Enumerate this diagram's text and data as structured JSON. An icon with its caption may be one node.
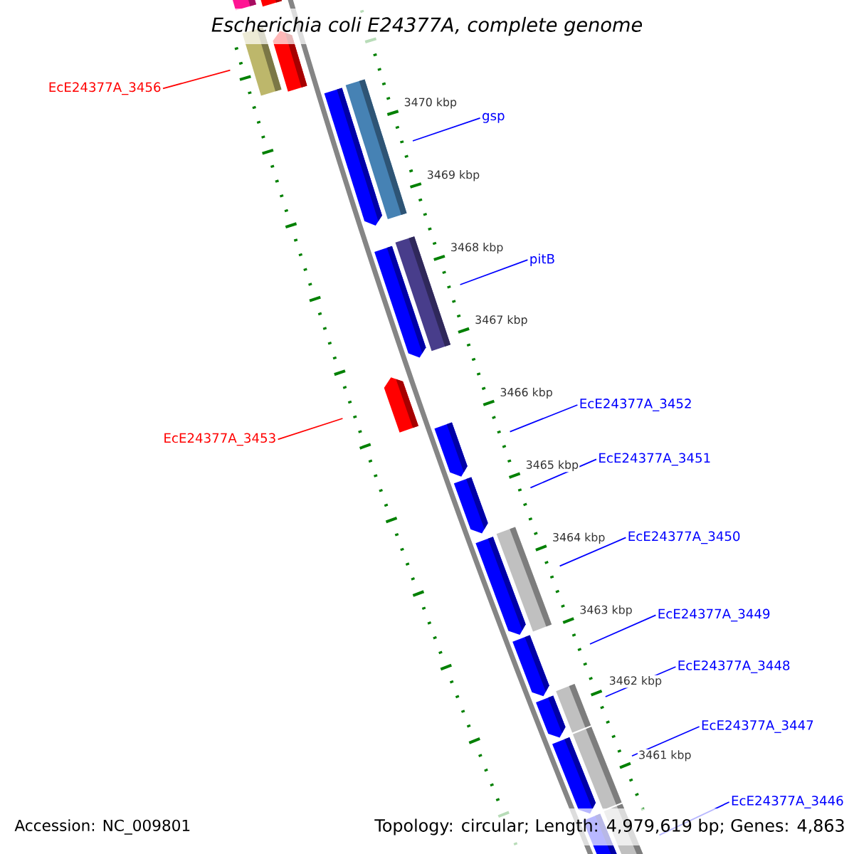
{
  "diagram": {
    "title": "Escherichia coli E24377A, complete genome",
    "nodes": [
      {
        "text": [
          "EcE24377A_3456"
        ]
      },
      {
        "text": [
          "gsp"
        ]
      },
      {
        "text": [
          "pitB"
        ]
      },
      {
        "text": [
          "EcE24377A_3452"
        ]
      },
      {
        "text": [
          "EcE24377A_3453"
        ]
      },
      {
        "text": [
          "EcE24377A_3451"
        ]
      },
      {
        "text": [
          "EcE24377A_3450"
        ]
      },
      {
        "text": [
          "EcE24377A_3449"
        ]
      },
      {
        "text": [
          "EcE24377A_3448"
        ]
      },
      {
        "text": [
          "EcE24377A_3447"
        ]
      },
      {
        "text": [
          "EcE24377A_3446"
        ]
      },
      {
        "text": [],
        "shape": "bar"
      },
      {
        "text": [],
        "shape": "arrow"
      },
      {
        "text": [],
        "shape": "bar"
      },
      {
        "text": [],
        "shape": "arrow"
      },
      {
        "text": [],
        "shape": "bar"
      },
      {
        "text": [],
        "shape": "arrow"
      },
      {
        "text": [],
        "shape": "bar"
      },
      {
        "text": [],
        "shape": "arrow"
      },
      {
        "text": [],
        "shape": "arrow"
      },
      {
        "text": [],
        "shape": "arrow"
      },
      {
        "text": [],
        "shape": "arrow"
      },
      {
        "text": [],
        "shape": "bar"
      },
      {
        "text": [],
        "shape": "arrow"
      },
      {
        "text": [],
        "shape": "arrow"
      },
      {
        "text": [],
        "shape": "bar"
      },
      {
        "text": [],
        "shape": "arrow"
      },
      {
        "text": [],
        "shape": "bar"
      },
      {
        "text": [],
        "shape": "arrow"
      },
      {
        "text": [],
        "shape": "bar"
      },
      {
        "text": [],
        "shape": "arrow"
      }
    ],
    "edges": [
      {
        "from": 0,
        "to": 13,
        "arrow": "none",
        "color": "#ff0000"
      },
      {
        "from": 1,
        "to": 15,
        "arrow": "none"
      },
      {
        "from": 2,
        "to": 17,
        "arrow": "none"
      },
      {
        "from": 3,
        "to": null,
        "arrow": "none"
      },
      {
        "from": 4,
        "to": null,
        "arrow": "none",
        "color": "#ff0000"
      },
      {
        "from": 5,
        "to": null,
        "arrow": "none"
      },
      {
        "from": 6,
        "to": 22,
        "arrow": "none"
      },
      {
        "from": 7,
        "to": null,
        "arrow": "none"
      },
      {
        "from": 8,
        "to": 25,
        "arrow": "none"
      },
      {
        "from": 9,
        "to": 27,
        "arrow": "none"
      },
      {
        "from": 10,
        "to": 29,
        "arrow": "none"
      }
    ],
    "labels": [
      "3470 kbp",
      "3469 kbp",
      "3468 kbp",
      "3467 kbp",
      "3466 kbp",
      "3465 kbp",
      "3464 kbp",
      "3463 kbp",
      "3462 kbp",
      "3461 kbp",
      "Accession: NC_009801",
      "Topology: circular; Length: 4,979,619 bp; Genes: 4,863"
    ]
  }
}
